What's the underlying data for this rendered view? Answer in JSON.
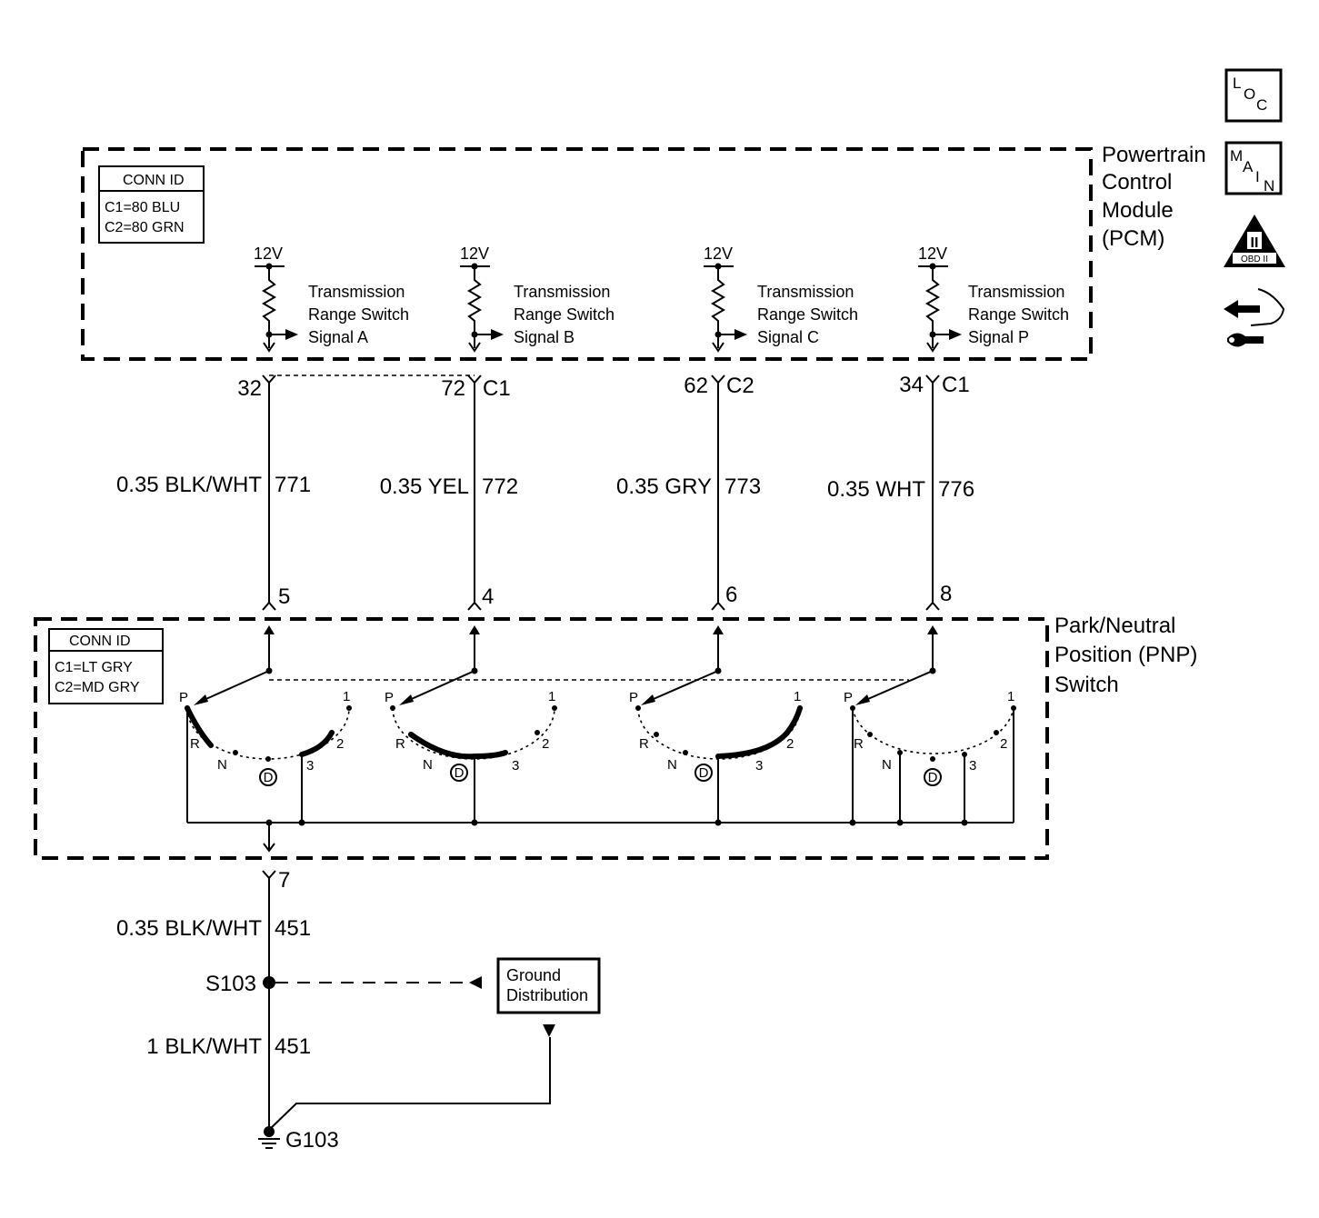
{
  "pcm": {
    "title_lines": [
      "Powertrain",
      "Control",
      "Module",
      "(PCM)"
    ],
    "conn_id": {
      "title": "CONN ID",
      "lines": [
        "C1=80 BLU",
        "C2=80 GRN"
      ]
    },
    "voltage": "12V",
    "signals": [
      {
        "lines": [
          "Transmission",
          "Range Switch",
          "Signal A"
        ],
        "pin": "32",
        "connector": ""
      },
      {
        "lines": [
          "Transmission",
          "Range Switch",
          "Signal B"
        ],
        "pin": "72",
        "connector": "C1"
      },
      {
        "lines": [
          "Transmission",
          "Range Switch",
          "Signal C"
        ],
        "pin": "62",
        "connector": "C2"
      },
      {
        "lines": [
          "Transmission",
          "Range Switch",
          "Signal P"
        ],
        "pin": "34",
        "connector": "C1"
      }
    ]
  },
  "wires": [
    {
      "gauge_color": "0.35 BLK/WHT",
      "circuit": "771"
    },
    {
      "gauge_color": "0.35 YEL",
      "circuit": "772"
    },
    {
      "gauge_color": "0.35 GRY",
      "circuit": "773"
    },
    {
      "gauge_color": "0.35 WHT",
      "circuit": "776"
    }
  ],
  "pnp": {
    "title_lines": [
      "Park/Neutral",
      "Position (PNP)",
      "Switch"
    ],
    "conn_id": {
      "title": "CONN ID",
      "lines": [
        "C1=LT GRY",
        "C2=MD GRY"
      ]
    },
    "pins": [
      "5",
      "4",
      "6",
      "8"
    ],
    "positions": [
      "P",
      "R",
      "N",
      "D",
      "3",
      "2",
      "1"
    ],
    "ground_pin": "7"
  },
  "ground": {
    "wire1": {
      "gauge_color": "0.35 BLK/WHT",
      "circuit": "451"
    },
    "splice": "S103",
    "distribution_lines": [
      "Ground",
      "Distribution"
    ],
    "wire2": {
      "gauge_color": "1 BLK/WHT",
      "circuit": "451"
    },
    "ground_point": "G103"
  },
  "icons": [
    {
      "name": "loc-icon",
      "letters": [
        "L",
        "O",
        "C"
      ]
    },
    {
      "name": "main-icon",
      "letters": [
        "M",
        "A",
        "I",
        "N"
      ]
    },
    {
      "name": "obd-ii-icon",
      "numeral": "II",
      "label": "OBD II"
    },
    {
      "name": "diagnostic-tool-icon"
    }
  ]
}
